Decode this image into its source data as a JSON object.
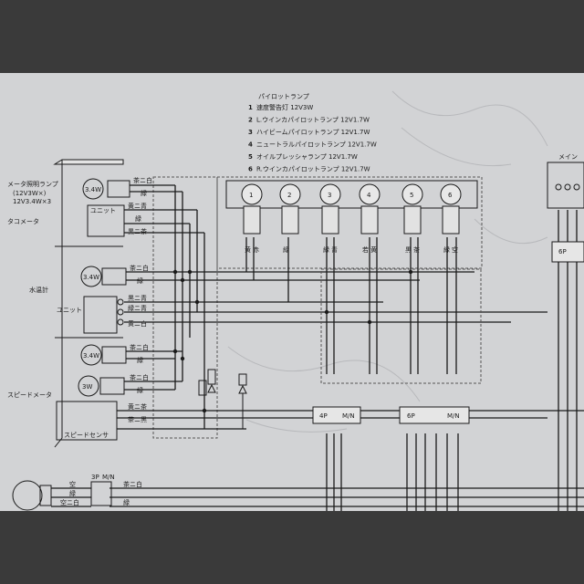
{
  "legend": {
    "title": "パイロットランプ",
    "items": [
      {
        "num": "1",
        "text": "速度警告灯 12V3W"
      },
      {
        "num": "2",
        "text": "L.ウインカパイロットランプ 12V1.7W"
      },
      {
        "num": "3",
        "text": "ハイビームパイロットランプ 12V1.7W"
      },
      {
        "num": "4",
        "text": "ニュートラルパイロットランプ 12V1.7W"
      },
      {
        "num": "5",
        "text": "オイルプレッシャランプ 12V1.7W"
      },
      {
        "num": "6",
        "text": "R.ウインカパイロットランプ 12V1.7W"
      }
    ]
  },
  "left_labels": {
    "meter_lamp": "メータ照明ランプ",
    "meter_lamp_spec1": "(12V3W×)",
    "meter_lamp_spec2": "12V3.4W×3",
    "tachometer": "タコメータ",
    "water_temp": "水温計",
    "speedometer": "スピードメータ",
    "speed_sensor": "スピードセンサ",
    "unit1": "ユニット",
    "unit2": "ユニット"
  },
  "bulbs": {
    "b1": "3.4W",
    "b2": "3.4W",
    "b3": "3.4W",
    "b4": "3W"
  },
  "wire_labels": {
    "w1": "茶ニ白",
    "w2": "緑",
    "w3": "黄ニ青",
    "w4": "緑",
    "w5": "黒ニ茶",
    "w6": "茶ニ白",
    "w7": "緑",
    "w8": "黒ニ青",
    "w9": "緑ニ青",
    "w10": "黄ニ白",
    "w11": "茶ニ白",
    "w12": "緑",
    "w13": "茶ニ白",
    "w14": "緑",
    "w15": "黄ニ茶",
    "w16": "茶ニ黒",
    "bottom1": "空",
    "bottom2": "緑",
    "bottom3": "空ニ白",
    "bottom4": "茶ニ白",
    "bottom5": "緑"
  },
  "lamps": [
    "1",
    "2",
    "3",
    "4",
    "5",
    "6"
  ],
  "lamp_wires": [
    [
      "黄",
      "赤"
    ],
    [
      "緑"
    ],
    [
      "緑",
      "青"
    ],
    [
      "若",
      "黄"
    ],
    [
      "黒",
      "茶"
    ],
    [
      "緑",
      "空"
    ]
  ],
  "connectors": {
    "c4p": "4P",
    "c4p_mn": "M/N",
    "c6p": "6P",
    "c6p_mn": "M/N",
    "right_6p": "6P",
    "bottom_3p": "3P",
    "bottom_3p_mn": "M/N",
    "main_label": "メイン"
  },
  "colors": {
    "paper": "#d2d3d5",
    "ink": "#1a1a1a",
    "dash": "#555555"
  }
}
